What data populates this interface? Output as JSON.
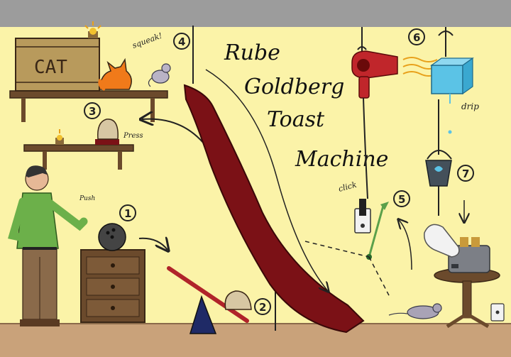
{
  "title": {
    "line1": "Rube",
    "line2": "Goldberg",
    "line3": "Toast",
    "line4": "Machine"
  },
  "crate_label": "CAT",
  "steps": {
    "s1": "1",
    "s2": "2",
    "s3": "3",
    "s4": "4",
    "s5": "5",
    "s6": "6",
    "s7": "7"
  },
  "annotations": {
    "push": "Push",
    "squeak": "squeak!",
    "press": "Press",
    "click": "click",
    "drip": "drip"
  },
  "colors": {
    "wall": "#fbf3a8",
    "ceiling": "#9c9c9c",
    "floor": "#c9a27a",
    "slide": "#7b1116",
    "wood": "#6b4a2c",
    "dryer": "#c0262b",
    "ice": "#5bc3e6",
    "shirt": "#6cb04a"
  },
  "icons": [
    "lamp-icon",
    "cat-icon",
    "mouse-icon",
    "bowling-ball-icon",
    "hair-dryer-icon",
    "ice-cube-icon",
    "bucket-icon",
    "toaster-icon",
    "glove-icon",
    "outlet-icon"
  ]
}
